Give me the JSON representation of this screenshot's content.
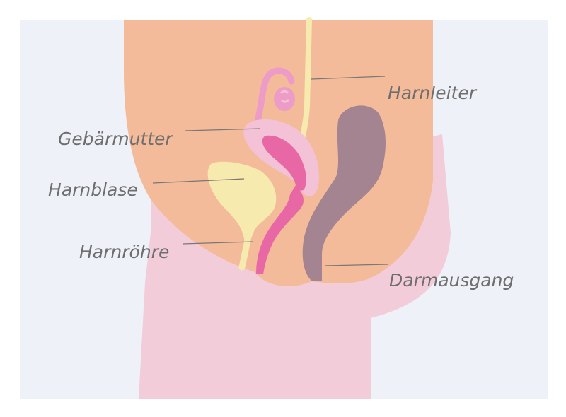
{
  "labels": {
    "ureter": "Harnleiter",
    "uterus": "Gebärmutter",
    "bladder": "Harnblase",
    "urethra": "Harnröhre",
    "anus": "Darmausgang"
  },
  "colors": {
    "background": "#eef1f8",
    "skin": "#f4bb9a",
    "leg": "#f2ccd8",
    "uterus_outer": "#f3c2d6",
    "uterus_inner": "#e868a6",
    "ovary": "#ec9cc6",
    "bladder": "#f6eaae",
    "ureter": "#f6eaae",
    "rectum": "#a48491",
    "label_text": "#6f6e6e",
    "leader_line": "#7a7777"
  }
}
